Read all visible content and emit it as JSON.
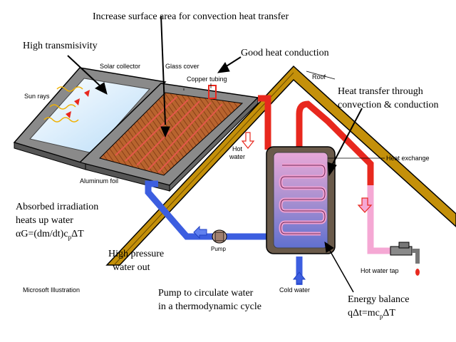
{
  "annotations": {
    "top_title": "Increase surface area for convection heat transfer",
    "high_transmissivity": "High transmisivity",
    "good_conduction": "Good heat conduction",
    "heat_transfer_line1": "Heat transfer through",
    "heat_transfer_line2": "convection & conduction",
    "absorbed_line1": "Absorbed irradiation",
    "absorbed_line2": "heats up water",
    "formula_left": "αG=(dm/dt)c",
    "formula_sub": "p",
    "formula_right": "ΔT",
    "high_pressure_line1": "High pressure",
    "high_pressure_line2": "water out",
    "pump_note_line1": "Pump to circulate water",
    "pump_note_line2": "in a thermodynamic cycle",
    "energy_balance_line1": "Energy balance",
    "energy_formula_left": "qΔt=mc",
    "energy_formula_sub": "p",
    "energy_formula_right": "ΔT",
    "credit": "Microsoft Illustration"
  },
  "labels": {
    "solar_collector": "Solar collector",
    "glass_cover": "Glass cover",
    "copper_tubing": "Copper tubing",
    "sun_rays": "Sun rays",
    "roof": "Roof",
    "hot_water_line1": "Hot",
    "hot_water_line2": "water",
    "heat_exchange": "Heat exchange",
    "aluminum_foil": "Aluminum foil",
    "pump": "Pump",
    "cold_water": "Cold water",
    "hot_water_tap": "Hot water tap"
  },
  "colors": {
    "roof": "#c4900a",
    "hot_pipe": "#e8281e",
    "warm_pipe": "#f5a8d4",
    "cold_pipe": "#3c5ee0",
    "tank": "#a48ac8",
    "collector_plate": "#b05a28",
    "glass": "#d0ecff"
  }
}
